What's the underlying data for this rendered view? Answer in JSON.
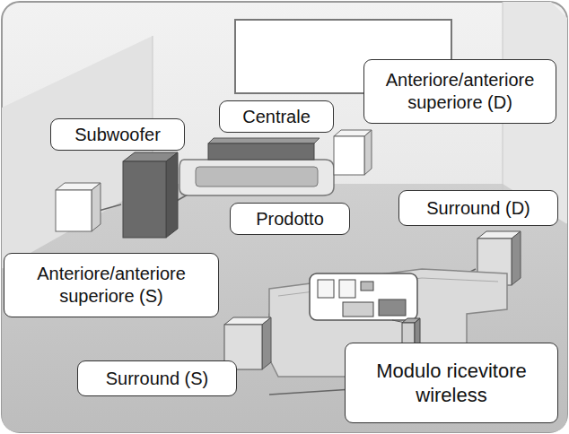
{
  "diagram": {
    "nodes": [
      {
        "text": [
          "Anteriore/anteriore superiore (D)"
        ]
      },
      {
        "text": [
          "Centrale"
        ]
      },
      {
        "text": [
          "Subwoofer"
        ]
      },
      {
        "text": [
          "Surround (D)"
        ]
      },
      {
        "text": [
          "Prodotto"
        ]
      },
      {
        "text": [
          "Anteriore/anteriore superiore (S)"
        ]
      },
      {
        "text": [
          "Modulo ricevitore wireless"
        ]
      },
      {
        "text": [
          "Surround (S)"
        ]
      }
    ]
  }
}
